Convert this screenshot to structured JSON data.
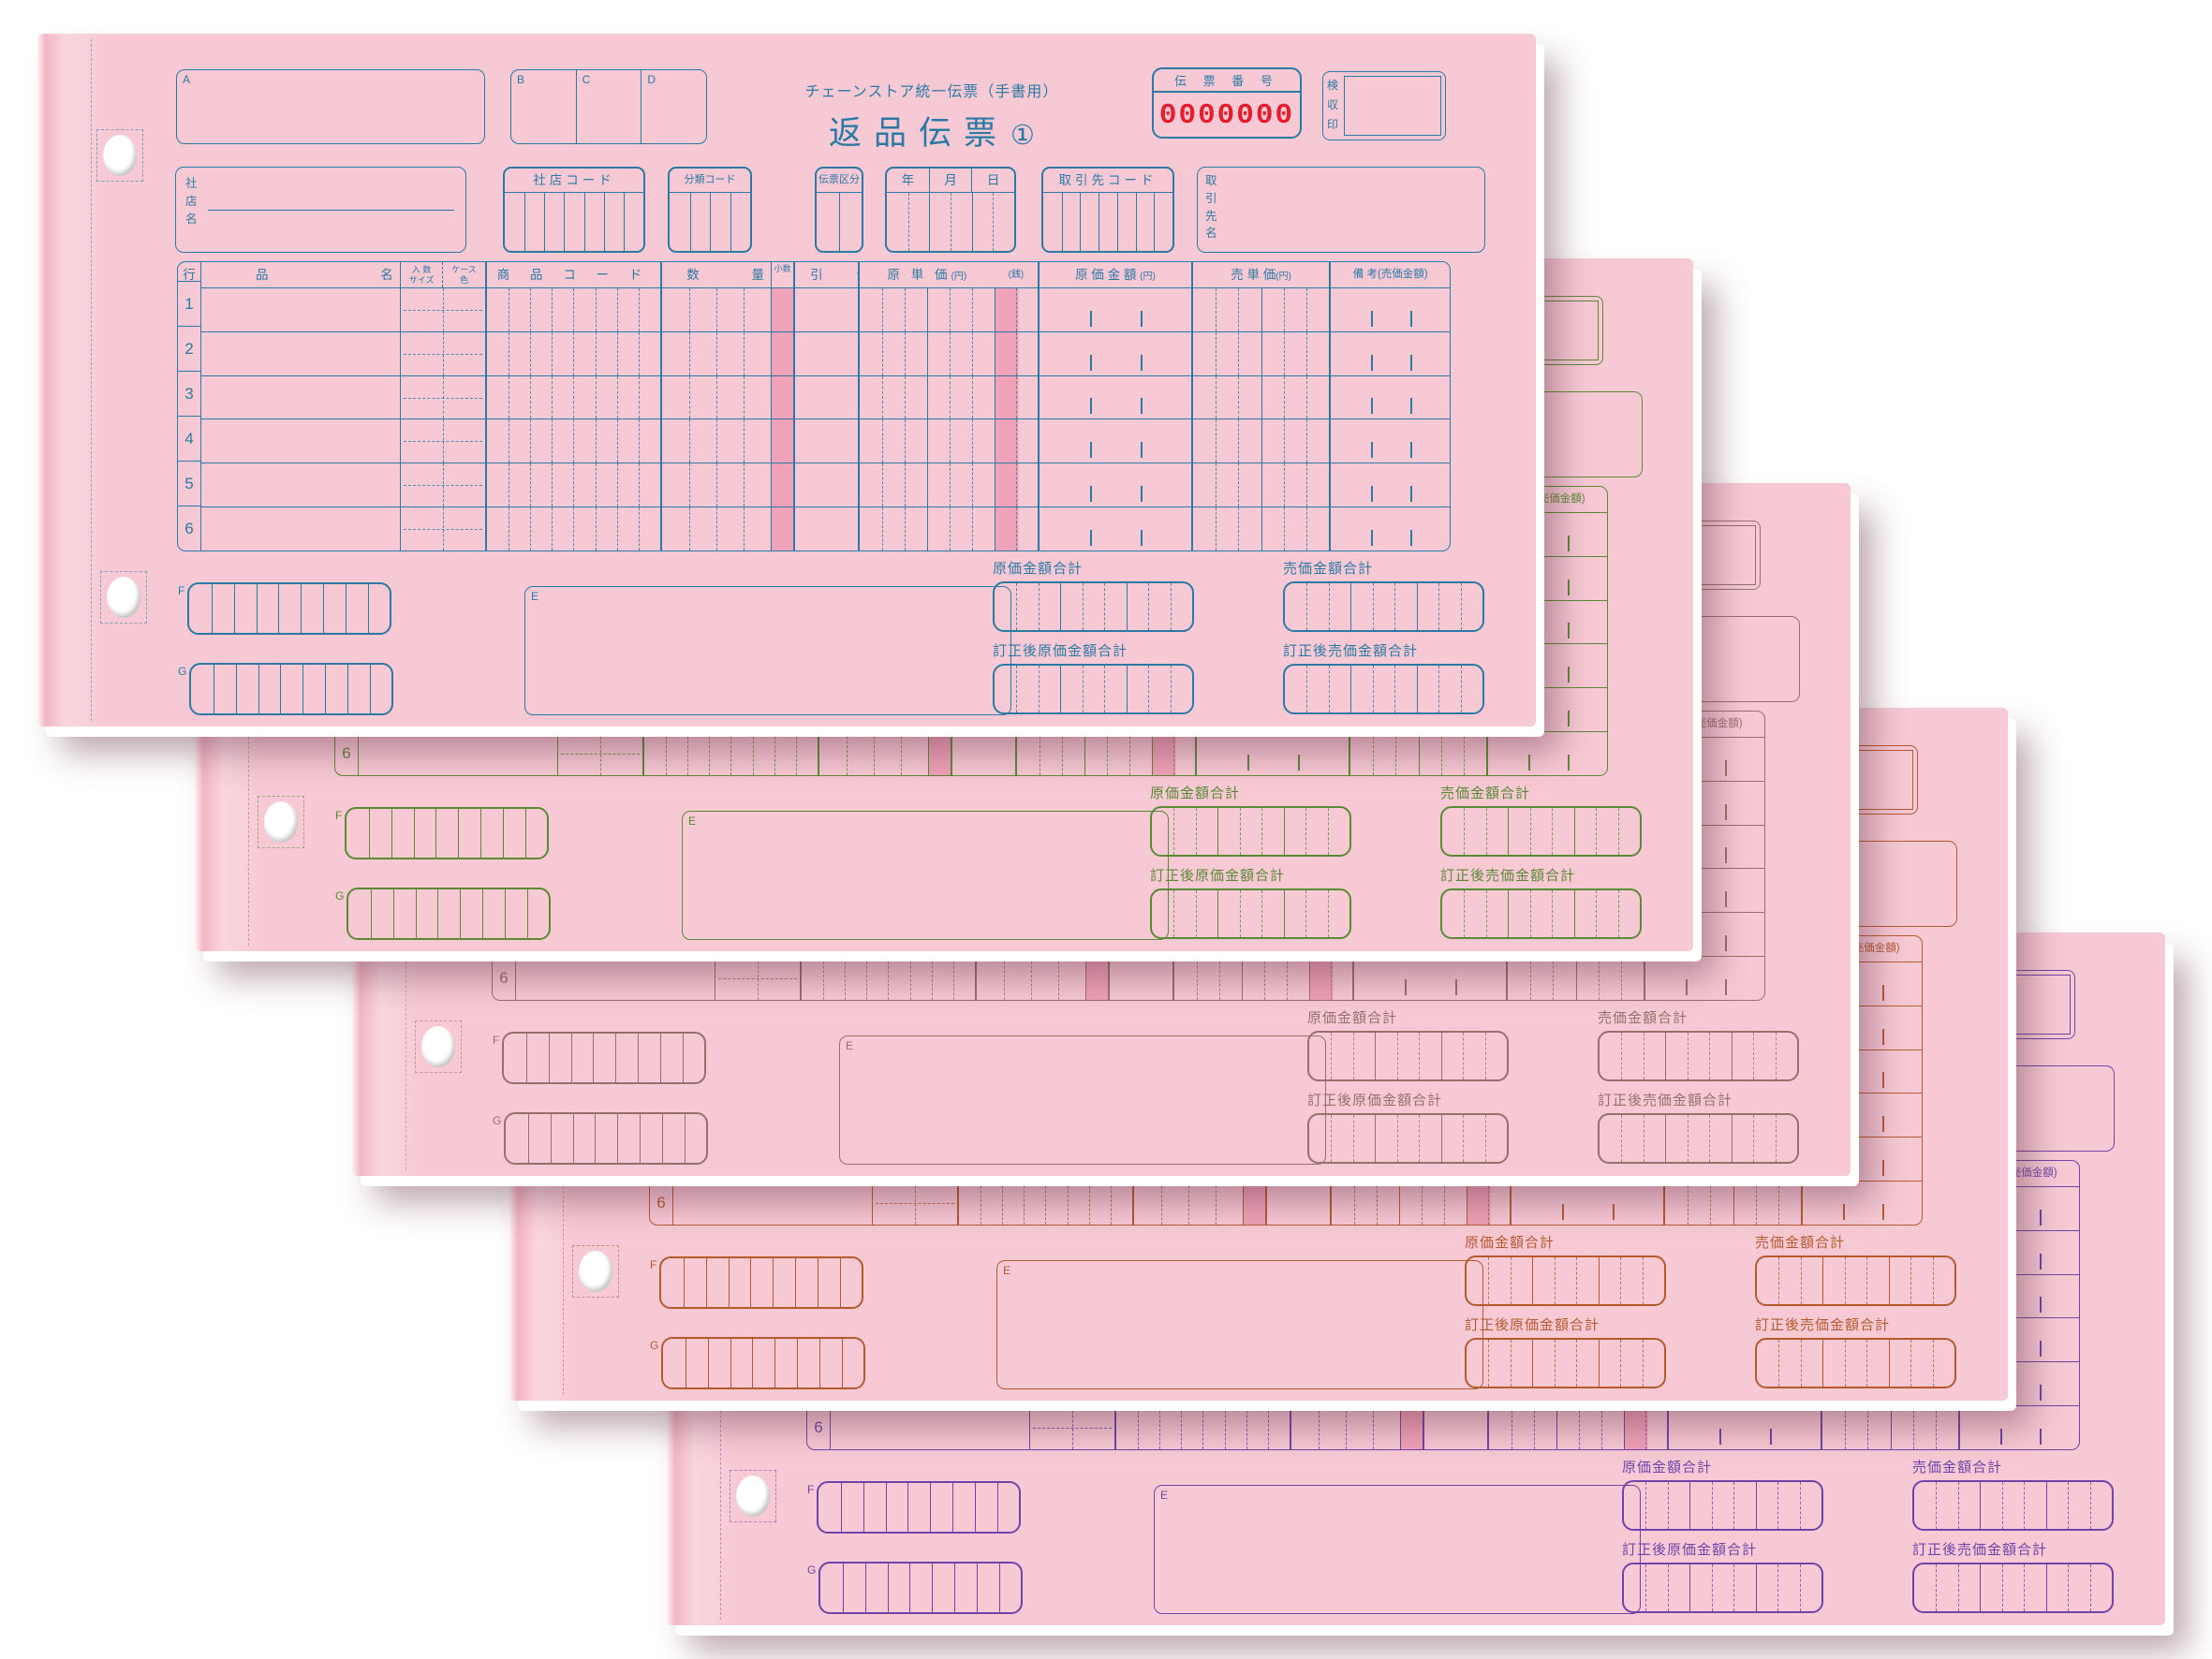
{
  "form": {
    "subtitle": "チェーンストア統一伝票（手書用）",
    "title": "返品伝票",
    "title_number": "①",
    "slip_number": {
      "label": "伝 票 番 号",
      "value": "0000000"
    },
    "inspection_stamp_label": "検収印",
    "boxes": {
      "a": "A",
      "b": "B",
      "c": "C",
      "d": "D",
      "e": "E",
      "f": "F",
      "g": "G"
    },
    "company_store_name_label": "社店名",
    "company_store_code_label": "社店コード",
    "category_code_label": "分類コード",
    "slip_class_label": "伝票区分",
    "date_labels": {
      "year": "年",
      "month": "月",
      "day": "日"
    },
    "supplier_code_label": "取引先コード",
    "supplier_name_label": "取引先名",
    "table": {
      "row_header": "行",
      "product_name_header": "品 名",
      "pack_qty_top": "入 数",
      "pack_qty_bottom": "サイズ",
      "case_top": "ケース",
      "case_bottom": "色",
      "product_code_header": "商 品 コ ー ド",
      "quantity_header": "数 量",
      "decimal_header": "小数",
      "inquiry_header": "引 合",
      "cost_unit_price_header": "原 単 価",
      "cost_unit_price_unit": "(円)",
      "cost_unit_price_sen_unit": "(銭)",
      "cost_amount_header": "原 価 金 額",
      "cost_amount_unit": "(円)",
      "sell_unit_price_header": "売 単 価",
      "sell_unit_price_unit": "(円)",
      "remarks_header": "備 考(売価金額)",
      "row_numbers": [
        "1",
        "2",
        "3",
        "4",
        "5",
        "6"
      ]
    },
    "totals": {
      "cost_total_label": "原価金額合計",
      "sell_total_label": "売価金額合計",
      "corrected_cost_total_label": "訂正後原価金額合計",
      "corrected_sell_total_label": "訂正後売価金額合計"
    }
  },
  "copies": [
    {
      "id": "copy-1",
      "ink": "#2a7aa4"
    },
    {
      "id": "copy-2",
      "ink": "#5a8a33"
    },
    {
      "id": "copy-3",
      "ink": "#96716b"
    },
    {
      "id": "copy-4",
      "ink": "#b65a2e"
    },
    {
      "id": "copy-5",
      "ink": "#6f44a8"
    }
  ],
  "colors": {
    "paper_pink": "#f7c9d5",
    "shade_rose": "#efa2b8",
    "slip_number_red": "#e41e2b"
  }
}
